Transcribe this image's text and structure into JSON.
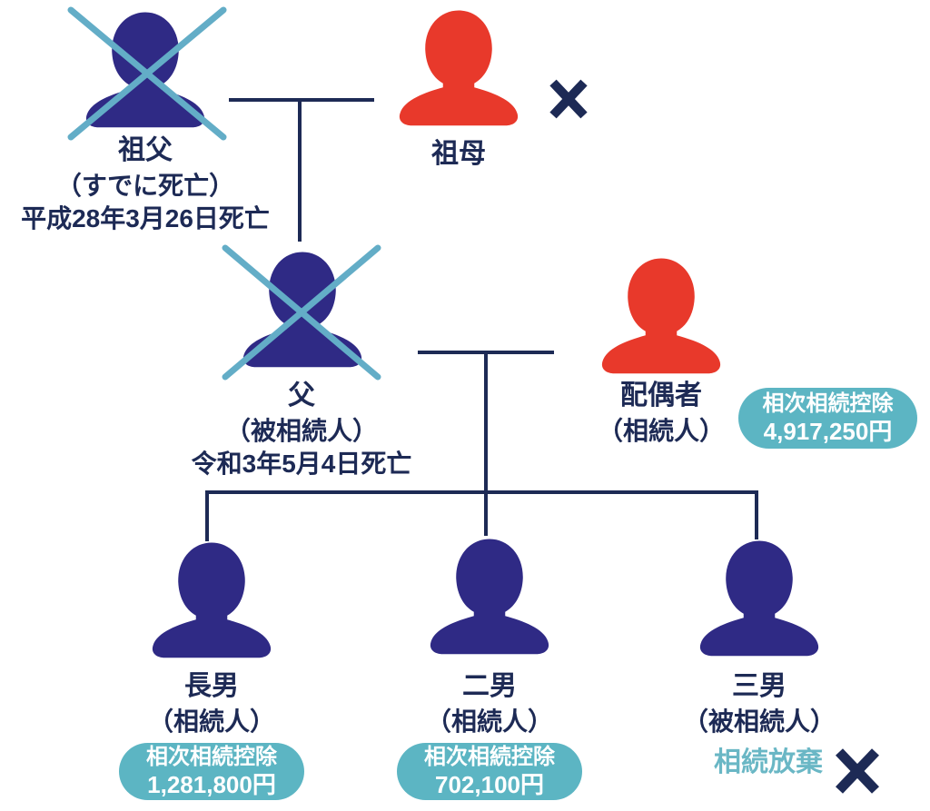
{
  "diagram_type": "family-inheritance-tree",
  "palette": {
    "person_navy": "#2f2a85",
    "person_red": "#e8392b",
    "text_navy": "#1d2a55",
    "line_navy": "#1d2a55",
    "deceased_cross_teal": "#63adc7",
    "badge_teal": "#5cb5c3",
    "renounce_teal": "#6ab7c5",
    "background": "#ffffff"
  },
  "people": {
    "grandfather": {
      "name": "祖父",
      "note": "（すでに死亡）",
      "date": "平成28年3月26日死亡"
    },
    "grandmother": {
      "name": "祖母"
    },
    "father": {
      "name": "父",
      "note": "（被相続人）",
      "date": "令和3年5月4日死亡"
    },
    "spouse": {
      "name": "配偶者",
      "note": "（相続人）",
      "badge": {
        "label": "相次相続控除",
        "amount": "4,917,250円"
      }
    },
    "son1": {
      "name": "長男",
      "note": "（相続人）",
      "badge": {
        "label": "相次相続控除",
        "amount": "1,281,800円"
      }
    },
    "son2": {
      "name": "二男",
      "note": "（相続人）",
      "badge": {
        "label": "相次相続控除",
        "amount": "702,100円"
      }
    },
    "son3": {
      "name": "三男",
      "note": "（被相続人）",
      "renounce_label": "相続放棄"
    }
  }
}
